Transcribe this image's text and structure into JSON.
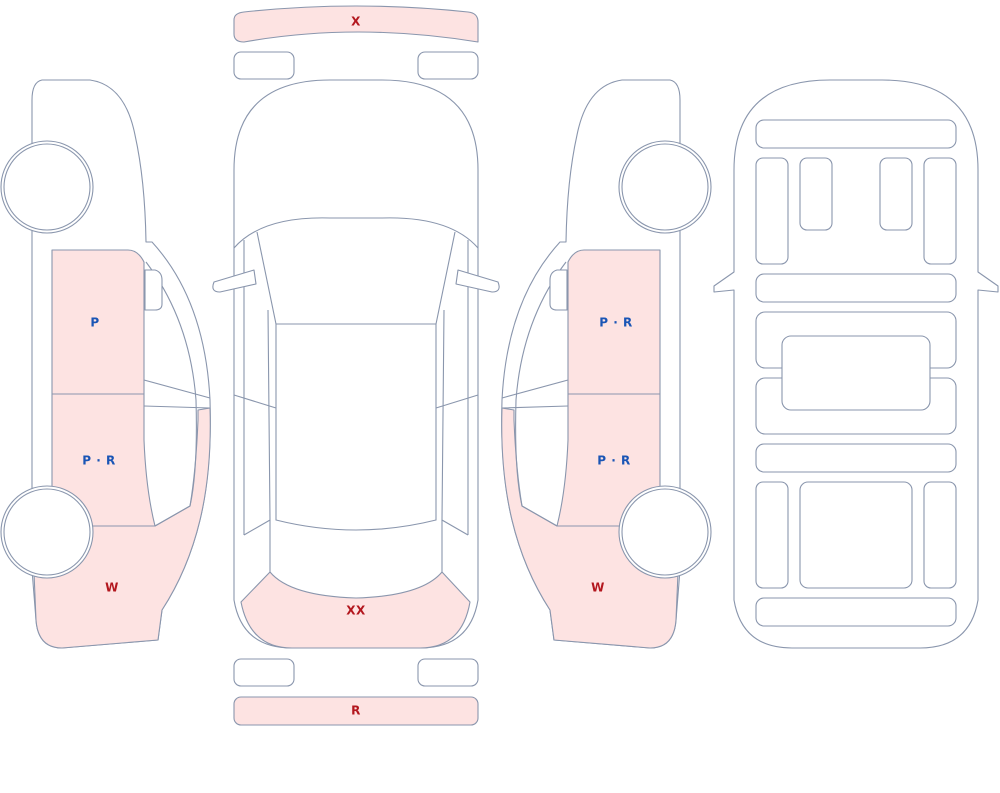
{
  "legend_colors": {
    "damaged_fill": "#fde3e2",
    "outline": "#8a96ad",
    "code_red": "#b3171e",
    "code_blue": "#1a55b5"
  },
  "views": {
    "left_side": {
      "front_door": {
        "code": "P",
        "color": "blue"
      },
      "rear_door": {
        "code": "P · R",
        "color": "blue"
      },
      "rear_quarter": {
        "code": "W",
        "color": "red"
      }
    },
    "top": {
      "front_bumper": {
        "code": "X",
        "color": "red"
      },
      "trunk": {
        "code": "XX",
        "color": "red"
      },
      "rear_bumper": {
        "code": "R",
        "color": "red"
      }
    },
    "right_side": {
      "front_door": {
        "code": "P · R",
        "color": "blue"
      },
      "rear_door": {
        "code": "P · R",
        "color": "blue"
      },
      "rear_quarter": {
        "code": "W",
        "color": "red"
      }
    }
  }
}
